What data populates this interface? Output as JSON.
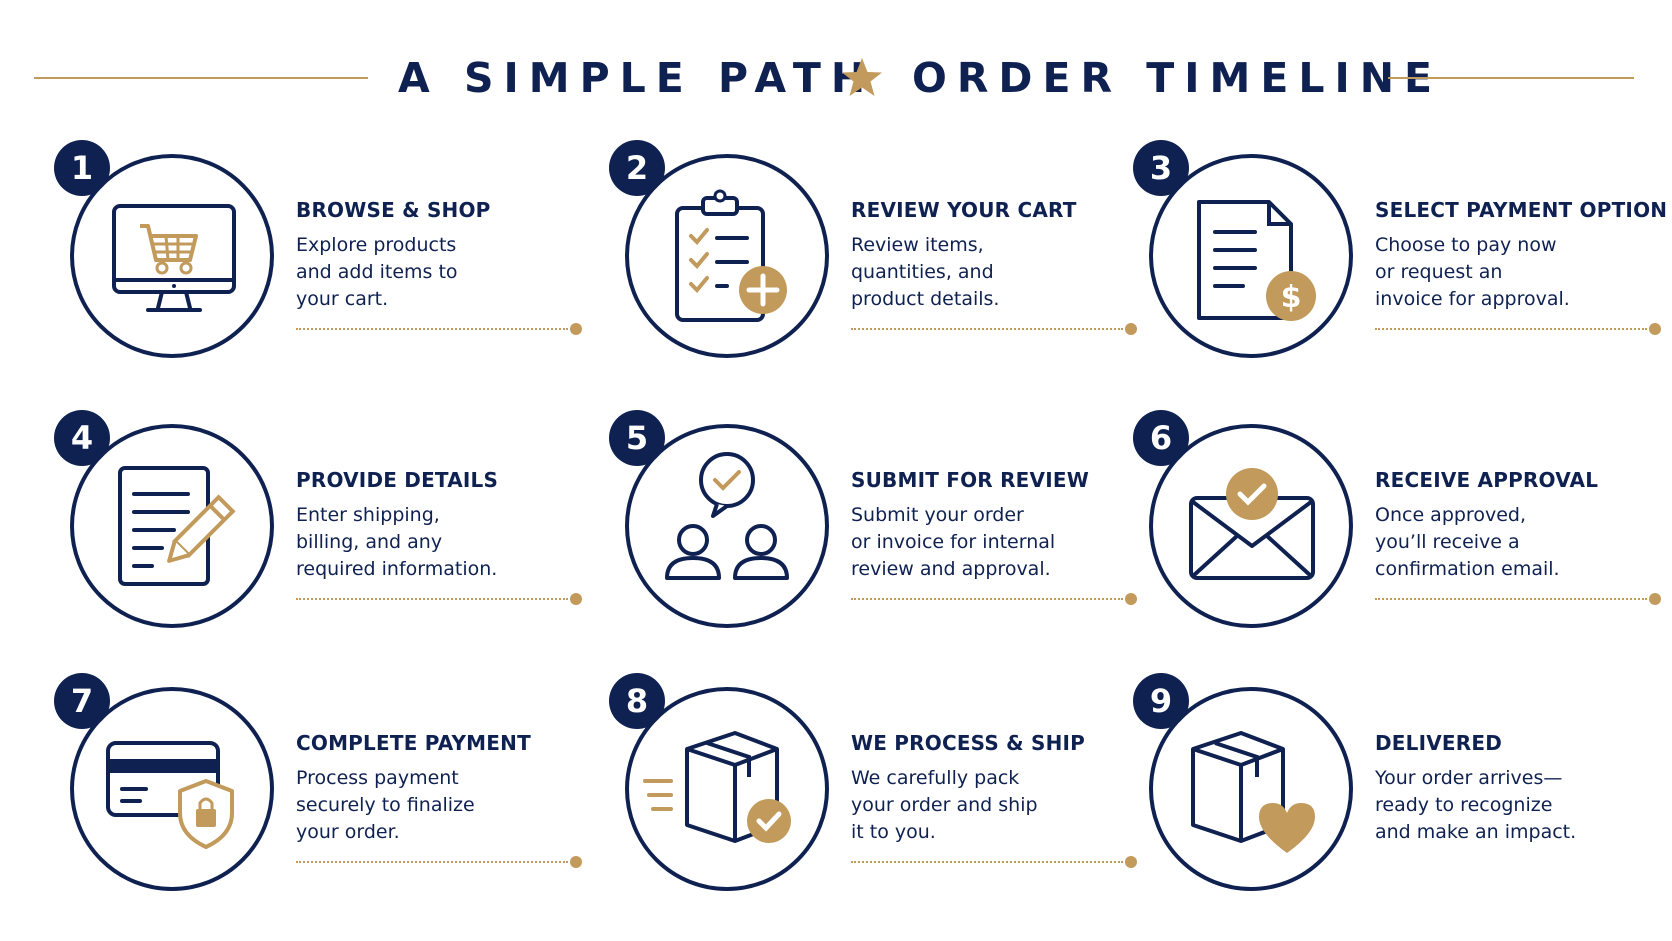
{
  "header": {
    "title_part1": "A SIMPLE PATH",
    "title_part2": "ORDER TIMELINE",
    "star_icon": "star-icon"
  },
  "colors": {
    "navy": "#0f2151",
    "gold": "#c29a5b"
  },
  "steps": [
    {
      "number": "1",
      "title": "BROWSE & SHOP",
      "description": "Explore products\nand add items to\nyour cart.",
      "icon": "computer-cart-icon"
    },
    {
      "number": "2",
      "title": "REVIEW YOUR CART",
      "description": "Review items,\nquantities, and\nproduct details.",
      "icon": "clipboard-checklist-icon"
    },
    {
      "number": "3",
      "title": "SELECT PAYMENT OPTION",
      "description": "Choose to pay now\nor request an\ninvoice for approval.",
      "icon": "invoice-dollar-icon"
    },
    {
      "number": "4",
      "title": "PROVIDE DETAILS",
      "description": "Enter shipping,\nbilling, and any\nrequired information.",
      "icon": "document-pencil-icon"
    },
    {
      "number": "5",
      "title": "SUBMIT FOR REVIEW",
      "description": "Submit your order\nor invoice for internal\nreview and approval.",
      "icon": "people-review-icon"
    },
    {
      "number": "6",
      "title": "RECEIVE APPROVAL",
      "description": "Once approved,\nyou’ll receive a\nconfirmation email.",
      "icon": "email-approved-icon"
    },
    {
      "number": "7",
      "title": "COMPLETE PAYMENT",
      "description": "Process payment\nsecurely to finalize\nyour order.",
      "icon": "card-shield-icon"
    },
    {
      "number": "8",
      "title": "WE PROCESS & SHIP",
      "description": "We carefully pack\nyour order and ship\nit to you.",
      "icon": "box-shipping-icon"
    },
    {
      "number": "9",
      "title": "DELIVERED",
      "description": "Your order arrives—\nready to recognize\nand make an impact.",
      "icon": "box-heart-icon"
    }
  ]
}
